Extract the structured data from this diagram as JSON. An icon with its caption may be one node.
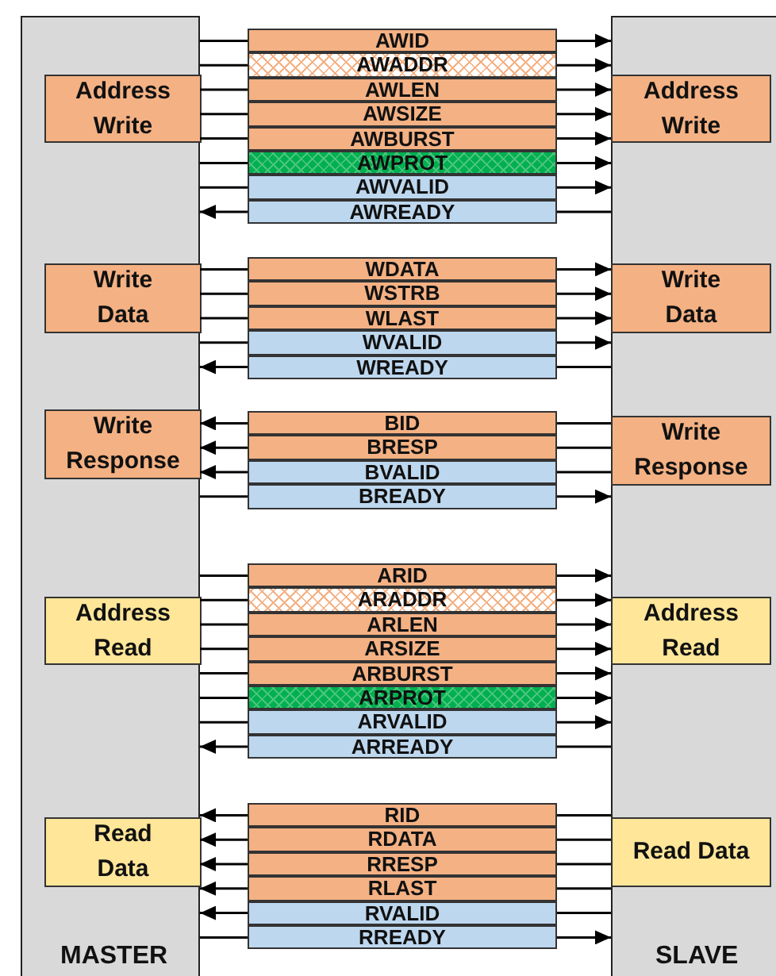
{
  "diagram": {
    "nodes": [
      {
        "text": [
          "MASTER"
        ]
      },
      {
        "text": [
          "Address Write"
        ],
        "in": 0
      },
      {
        "text": [
          "Write Data"
        ],
        "in": 0
      },
      {
        "text": [
          "Write Response"
        ],
        "in": 0
      },
      {
        "text": [
          "Address Read"
        ],
        "in": 0
      },
      {
        "text": [
          "Read Data"
        ],
        "in": 0
      },
      {
        "text": [
          "SLAVE"
        ]
      },
      {
        "text": [
          "Address Write"
        ],
        "in": 6
      },
      {
        "text": [
          "Write Data"
        ],
        "in": 6
      },
      {
        "text": [
          "Write Response"
        ],
        "in": 6
      },
      {
        "text": [
          "Address Read"
        ],
        "in": 6
      },
      {
        "text": [
          "Read Data"
        ],
        "in": 6
      },
      {
        "text": [
          "AWID"
        ]
      },
      {
        "text": [
          "AWADDR"
        ]
      },
      {
        "text": [
          "AWLEN"
        ]
      },
      {
        "text": [
          "AWSIZE"
        ]
      },
      {
        "text": [
          "AWBURST"
        ]
      },
      {
        "text": [
          "AWPROT"
        ]
      },
      {
        "text": [
          "AWVALID"
        ]
      },
      {
        "text": [
          "AWREADY"
        ]
      },
      {
        "text": [
          "WDATA"
        ]
      },
      {
        "text": [
          "WSTRB"
        ]
      },
      {
        "text": [
          "WLAST"
        ]
      },
      {
        "text": [
          "WVALID"
        ]
      },
      {
        "text": [
          "WREADY"
        ]
      },
      {
        "text": [
          "BID"
        ]
      },
      {
        "text": [
          "BRESP"
        ]
      },
      {
        "text": [
          "BVALID"
        ]
      },
      {
        "text": [
          "BREADY"
        ]
      },
      {
        "text": [
          "ARID"
        ]
      },
      {
        "text": [
          "ARADDR"
        ]
      },
      {
        "text": [
          "ARLEN"
        ]
      },
      {
        "text": [
          "ARSIZE"
        ]
      },
      {
        "text": [
          "ARBURST"
        ]
      },
      {
        "text": [
          "ARPROT"
        ]
      },
      {
        "text": [
          "ARVALID"
        ]
      },
      {
        "text": [
          "ARREADY"
        ]
      },
      {
        "text": [
          "RID"
        ]
      },
      {
        "text": [
          "RDATA"
        ]
      },
      {
        "text": [
          "RRESP"
        ]
      },
      {
        "text": [
          "RLAST"
        ]
      },
      {
        "text": [
          "RVALID"
        ]
      },
      {
        "text": [
          "RREADY"
        ]
      }
    ],
    "edges": [
      {
        "from": 0,
        "to": 12,
        "arrow": "none"
      },
      {
        "from": 12,
        "to": 6,
        "arrow": "to"
      },
      {
        "from": 0,
        "to": 13,
        "arrow": "none"
      },
      {
        "from": 13,
        "to": 6,
        "arrow": "to"
      },
      {
        "from": 0,
        "to": 14,
        "arrow": "none"
      },
      {
        "from": 14,
        "to": 6,
        "arrow": "to"
      },
      {
        "from": 0,
        "to": 15,
        "arrow": "none"
      },
      {
        "from": 15,
        "to": 6,
        "arrow": "to"
      },
      {
        "from": 0,
        "to": 16,
        "arrow": "none"
      },
      {
        "from": 16,
        "to": 6,
        "arrow": "to"
      },
      {
        "from": 0,
        "to": 17,
        "arrow": "none"
      },
      {
        "from": 17,
        "to": 6,
        "arrow": "to"
      },
      {
        "from": 0,
        "to": 18,
        "arrow": "none"
      },
      {
        "from": 18,
        "to": 6,
        "arrow": "to"
      },
      {
        "from": 6,
        "to": 19,
        "arrow": "none"
      },
      {
        "from": 19,
        "to": 0,
        "arrow": "to"
      },
      {
        "from": 0,
        "to": 20,
        "arrow": "none"
      },
      {
        "from": 20,
        "to": 6,
        "arrow": "to"
      },
      {
        "from": 0,
        "to": 21,
        "arrow": "none"
      },
      {
        "from": 21,
        "to": 6,
        "arrow": "to"
      },
      {
        "from": 0,
        "to": 22,
        "arrow": "none"
      },
      {
        "from": 22,
        "to": 6,
        "arrow": "to"
      },
      {
        "from": 0,
        "to": 23,
        "arrow": "none"
      },
      {
        "from": 23,
        "to": 6,
        "arrow": "to"
      },
      {
        "from": 6,
        "to": 24,
        "arrow": "none"
      },
      {
        "from": 24,
        "to": 0,
        "arrow": "to"
      },
      {
        "from": 6,
        "to": 25,
        "arrow": "none"
      },
      {
        "from": 25,
        "to": 0,
        "arrow": "to"
      },
      {
        "from": 6,
        "to": 26,
        "arrow": "none"
      },
      {
        "from": 26,
        "to": 0,
        "arrow": "to"
      },
      {
        "from": 6,
        "to": 27,
        "arrow": "none"
      },
      {
        "from": 27,
        "to": 0,
        "arrow": "to"
      },
      {
        "from": 0,
        "to": 28,
        "arrow": "none"
      },
      {
        "from": 28,
        "to": 6,
        "arrow": "to"
      },
      {
        "from": 0,
        "to": 29,
        "arrow": "none"
      },
      {
        "from": 29,
        "to": 6,
        "arrow": "to"
      },
      {
        "from": 0,
        "to": 30,
        "arrow": "none"
      },
      {
        "from": 30,
        "to": 6,
        "arrow": "to"
      },
      {
        "from": 0,
        "to": 31,
        "arrow": "none"
      },
      {
        "from": 31,
        "to": 6,
        "arrow": "to"
      },
      {
        "from": 0,
        "to": 32,
        "arrow": "none"
      },
      {
        "from": 32,
        "to": 6,
        "arrow": "to"
      },
      {
        "from": 0,
        "to": 33,
        "arrow": "none"
      },
      {
        "from": 33,
        "to": 6,
        "arrow": "to"
      },
      {
        "from": 0,
        "to": 34,
        "arrow": "none"
      },
      {
        "from": 34,
        "to": 6,
        "arrow": "to"
      },
      {
        "from": 0,
        "to": 35,
        "arrow": "none"
      },
      {
        "from": 35,
        "to": 6,
        "arrow": "to"
      },
      {
        "from": 6,
        "to": 36,
        "arrow": "none"
      },
      {
        "from": 36,
        "to": 0,
        "arrow": "to"
      },
      {
        "from": 6,
        "to": 37,
        "arrow": "none"
      },
      {
        "from": 37,
        "to": 0,
        "arrow": "to"
      },
      {
        "from": 6,
        "to": 38,
        "arrow": "none"
      },
      {
        "from": 38,
        "to": 0,
        "arrow": "to"
      },
      {
        "from": 6,
        "to": 39,
        "arrow": "none"
      },
      {
        "from": 39,
        "to": 0,
        "arrow": "to"
      },
      {
        "from": 6,
        "to": 40,
        "arrow": "none"
      },
      {
        "from": 40,
        "to": 0,
        "arrow": "to"
      },
      {
        "from": 6,
        "to": 41,
        "arrow": "none"
      },
      {
        "from": 41,
        "to": 0,
        "arrow": "to"
      },
      {
        "from": 0,
        "to": 42,
        "arrow": "none"
      },
      {
        "from": 42,
        "to": 6,
        "arrow": "to"
      }
    ]
  }
}
